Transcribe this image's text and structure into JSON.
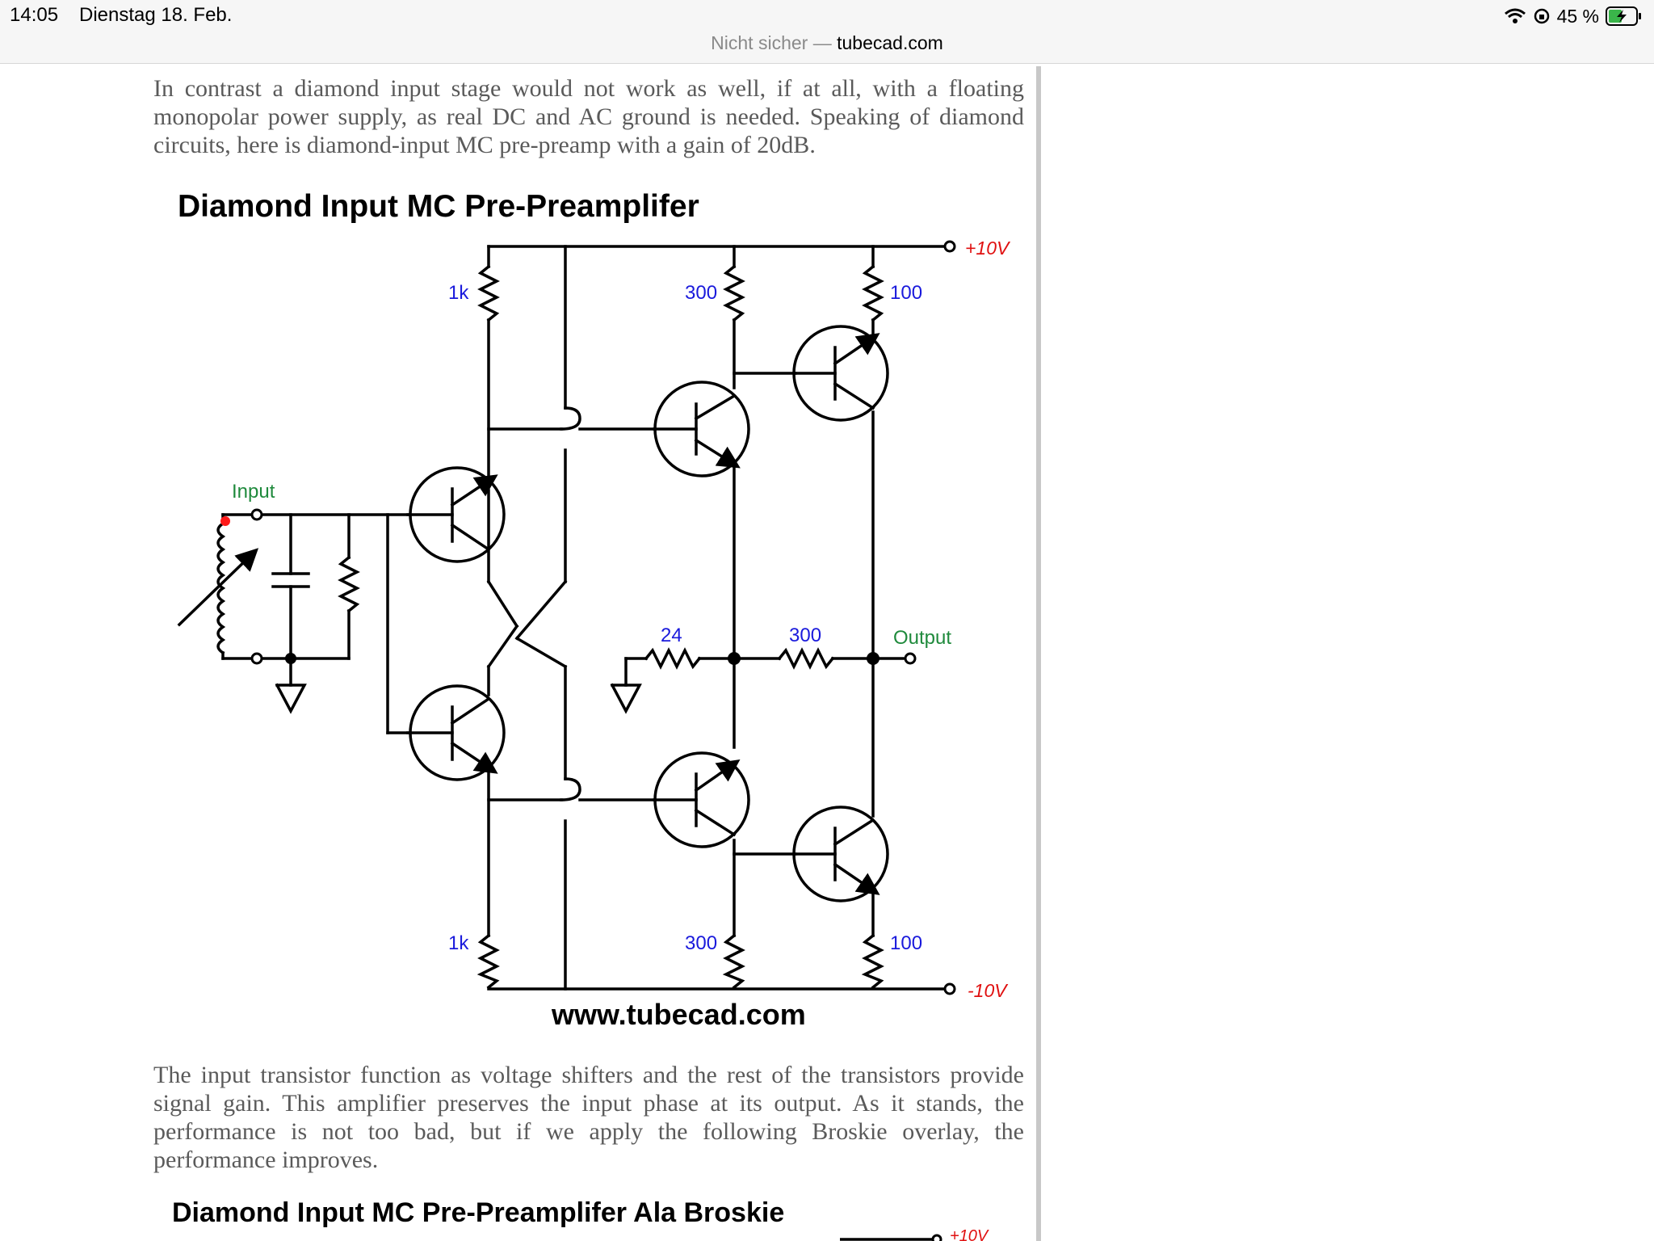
{
  "status_bar": {
    "time": "14:05",
    "date": "Dienstag 18. Feb.",
    "battery": "45 %"
  },
  "address_bar": {
    "security": "Nicht sicher",
    "separator": "—",
    "domain": "tubecad.com"
  },
  "article": {
    "paragraph_1": "In contrast a diamond input stage would not work as well, if at all, with a floating monopolar power supply, as real DC and AC ground is needed. Speaking of diamond circuits, here is diamond-input MC pre-preamp with a gain of 20dB.",
    "paragraph_2": "The input transistor function as voltage shifters and the rest of the transistors provide signal gain. This amplifier preserves the input phase at its output. As it stands, the performance is not too bad, but if we apply the following Broskie overlay, the performance improves.",
    "figure_2_title": "Diamond Input MC Pre-Preamplifer Ala Broskie",
    "figure_2_rail_label": "+10V"
  },
  "schematic": {
    "title": "Diamond Input MC Pre-Preamplifer",
    "supply_pos": "+10V",
    "supply_neg": "-10V",
    "r_top_left": "1k",
    "r_top_mid": "300",
    "r_top_right": "100",
    "r_bot_left": "1k",
    "r_bot_mid": "300",
    "r_bot_right": "100",
    "r_out_ground": "24",
    "r_out_feedback": "300",
    "input_label": "Input",
    "output_label": "Output",
    "credit": "www.tubecad.com"
  },
  "colors": {
    "label_blue": "#1a1adc",
    "label_green": "#1f8a3c",
    "label_red": "#e01010",
    "text_gray": "#5a5a5a"
  }
}
